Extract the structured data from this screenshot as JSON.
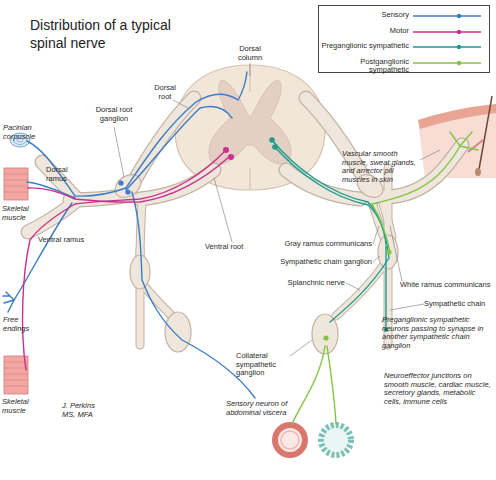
{
  "diagram": {
    "title": "Distribution of a typical spinal nerve",
    "labels": [
      "Dorsal column",
      "Dorsal root",
      "Dorsal root ganglion",
      "Pacinian corpuscle",
      "Dorsal ramus",
      "Skeletal muscle",
      "Ventral ramus",
      "Free endings",
      "Skeletal muscle",
      "Ventral root",
      "J. Perkins MS, MFA",
      "Sensory neuron of abdominal viscera",
      "Vascular smooth muscle, sweat glands, and arrector pili muscles in skin",
      "Gray ramus communicans",
      "Sympathetic chain ganglion",
      "Splanchnic nerve",
      "White ramus communicans",
      "Sympathetic chain",
      "Collateral sympathetic ganglion",
      "Preganglionic sympathetic neurons passing to synapse in another sympathetic chain ganglion",
      "Neuroeffector junctions on smooth muscle, cardiac muscle, secretory glands, metabolic cells, immune cells"
    ],
    "legend": [
      {
        "text": "Sensory",
        "color": "#3b7cc4"
      },
      {
        "text": "Motor",
        "color": "#c8308e"
      },
      {
        "text": "Preganglionic sympathetic",
        "color": "#1e9c8c"
      },
      {
        "text": "Postganglionic sympathetic",
        "color": "#84c444"
      }
    ]
  }
}
